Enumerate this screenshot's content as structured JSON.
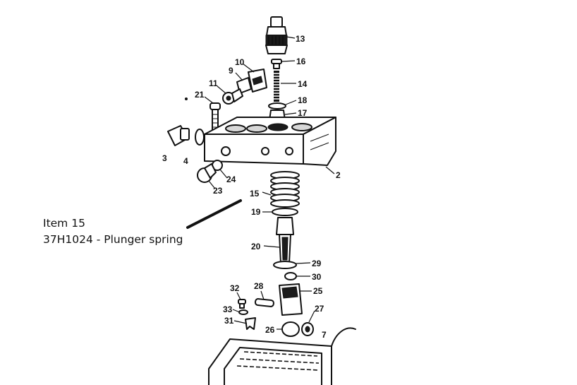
{
  "caption": {
    "line1": "Item 15",
    "line2": "37H1024 - Plunger spring"
  },
  "callouts": [
    {
      "id": "13",
      "label": "13"
    },
    {
      "id": "16",
      "label": "16"
    },
    {
      "id": "10",
      "label": "10"
    },
    {
      "id": "9",
      "label": "9"
    },
    {
      "id": "14",
      "label": "14"
    },
    {
      "id": "11",
      "label": "11"
    },
    {
      "id": "21",
      "label": "21"
    },
    {
      "id": "18",
      "label": "18"
    },
    {
      "id": "17",
      "label": "17"
    },
    {
      "id": "3",
      "label": "3"
    },
    {
      "id": "4",
      "label": "4"
    },
    {
      "id": "2",
      "label": "2"
    },
    {
      "id": "24",
      "label": "24"
    },
    {
      "id": "23",
      "label": "23"
    },
    {
      "id": "15",
      "label": "15"
    },
    {
      "id": "19",
      "label": "19"
    },
    {
      "id": "20",
      "label": "20"
    },
    {
      "id": "29",
      "label": "29"
    },
    {
      "id": "30",
      "label": "30"
    },
    {
      "id": "32",
      "label": "32"
    },
    {
      "id": "28",
      "label": "28"
    },
    {
      "id": "25",
      "label": "25"
    },
    {
      "id": "33",
      "label": "33"
    },
    {
      "id": "27",
      "label": "27"
    },
    {
      "id": "31",
      "label": "31"
    },
    {
      "id": "26",
      "label": "26"
    },
    {
      "id": "7",
      "label": "7"
    }
  ]
}
